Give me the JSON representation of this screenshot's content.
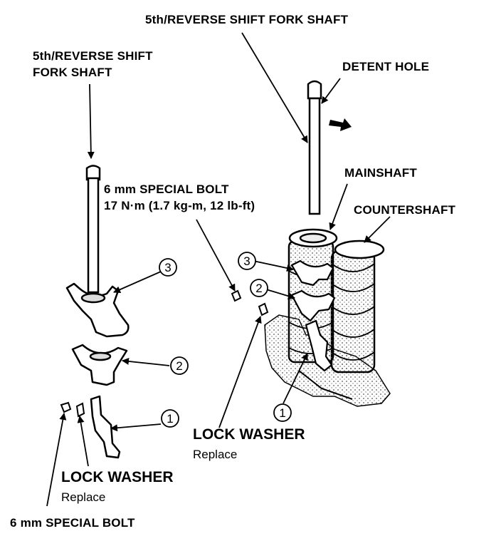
{
  "labels": {
    "shaft_top_right": "5th/REVERSE SHIFT FORK SHAFT",
    "shaft_left_line1": "5th/REVERSE SHIFT",
    "shaft_left_line2": "FORK SHAFT",
    "detent_hole": "DETENT HOLE",
    "bolt_spec_line1": "6 mm SPECIAL BOLT",
    "bolt_spec_line2": "17 N·m (1.7 kg-m, 12 lb-ft)",
    "mainshaft": "MAINSHAFT",
    "countershaft": "COUNTERSHAFT",
    "lock_washer_right": "LOCK WASHER",
    "replace_right": "Replace",
    "lock_washer_left": "LOCK WASHER",
    "replace_left": "Replace",
    "bolt_bottom_left": "6 mm SPECIAL BOLT"
  },
  "callouts": {
    "one": "1",
    "two": "2",
    "three": "3"
  },
  "colors": {
    "ink": "#000000",
    "paper": "#ffffff",
    "hatch": "#8a8a8a"
  }
}
